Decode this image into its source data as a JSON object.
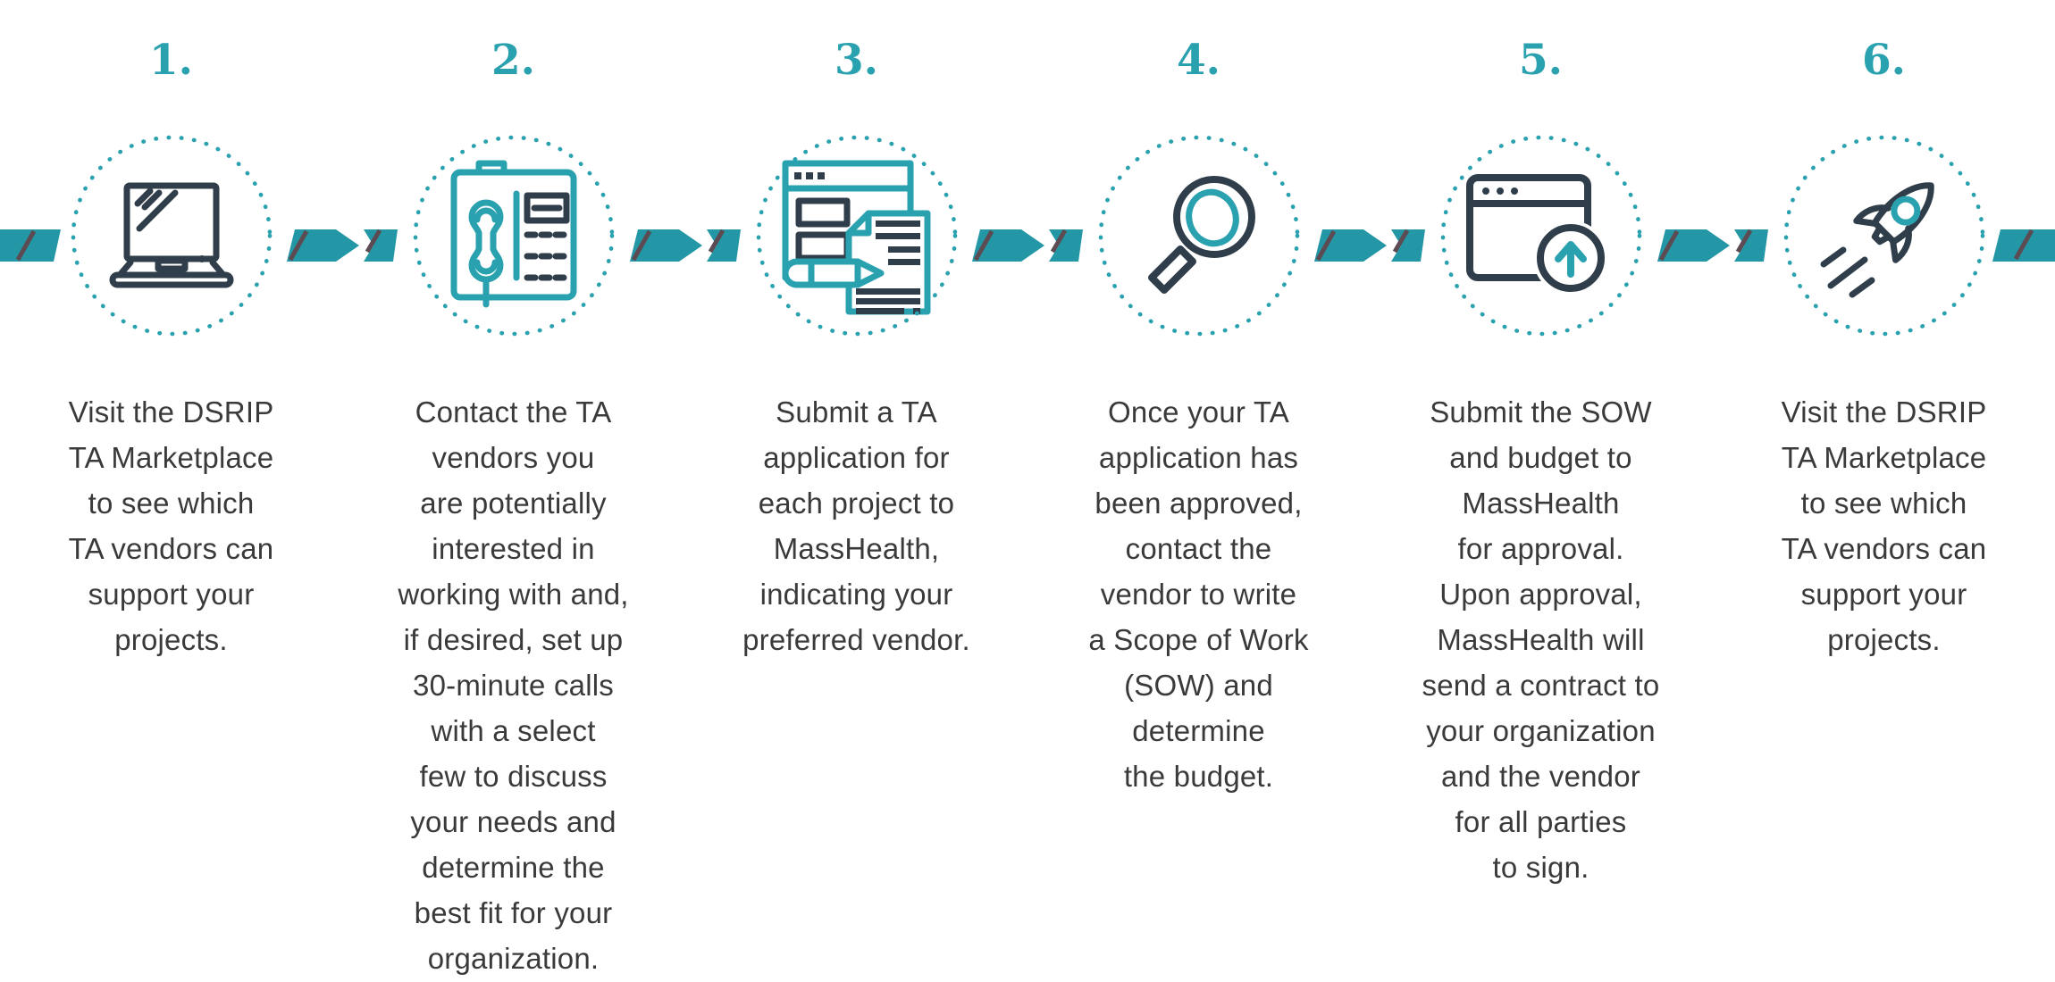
{
  "palette": {
    "teal_band": "#2397A5",
    "teal_icon": "#2AA1AF",
    "dark_navy": "#2F3E4A",
    "slash": "#5C4B52",
    "text": "#3A3A3A"
  },
  "steps": [
    {
      "number": "1.",
      "icon": "laptop-icon",
      "text": "Visit the DSRIP\nTA Marketplace\nto see which\nTA vendors can\nsupport your\nprojects."
    },
    {
      "number": "2.",
      "icon": "desk-phone-icon",
      "text": "Contact the TA\nvendors you\nare potentially\ninterested in\nworking with and,\nif desired, set up\n30-minute calls\nwith a select\nfew to discuss\nyour needs and\ndetermine the\nbest fit for your\norganization."
    },
    {
      "number": "3.",
      "icon": "application-form-icon",
      "text": "Submit a TA\napplication for\neach project to\nMassHealth,\nindicating your\npreferred vendor."
    },
    {
      "number": "4.",
      "icon": "magnifying-glass-icon",
      "text": "Once your TA\napplication has\nbeen approved,\ncontact the\nvendor to write\na Scope of Work\n(SOW) and\ndetermine\nthe budget."
    },
    {
      "number": "5.",
      "icon": "upload-window-icon",
      "text": "Submit the SOW\nand budget to\nMassHealth\nfor approval.\nUpon approval,\nMassHealth will\nsend a contract to\nyour organization\nand the vendor\nfor all parties\nto sign."
    },
    {
      "number": "6.",
      "icon": "rocket-icon",
      "text": "Visit the DSRIP\nTA Marketplace\nto see which\nTA vendors can\nsupport your\nprojects."
    }
  ]
}
